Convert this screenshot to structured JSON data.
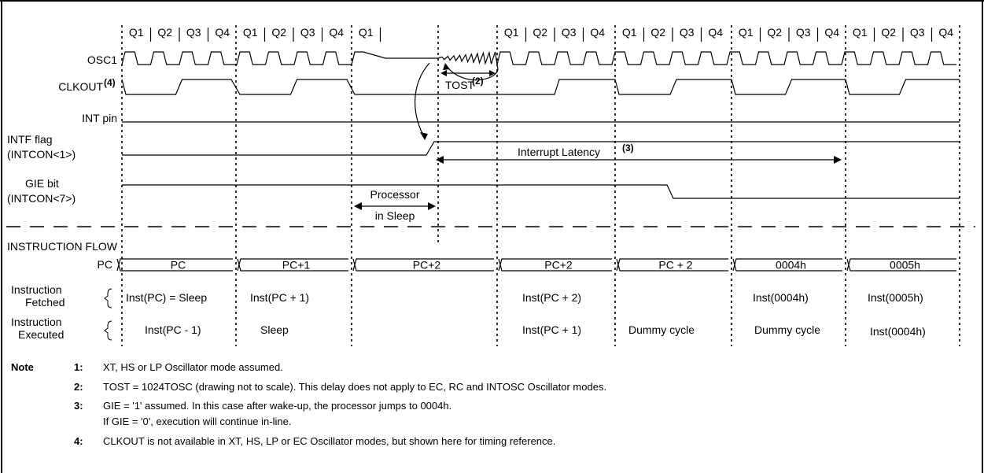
{
  "quarter_groups": [
    [
      "Q1",
      "Q2",
      "Q3",
      "Q4"
    ],
    [
      "Q1",
      "Q2",
      "Q3",
      "Q4"
    ],
    [
      "Q1"
    ],
    [
      "Q1",
      "Q2",
      "Q3",
      "Q4"
    ],
    [
      "Q1",
      "Q2",
      "Q3",
      "Q4"
    ],
    [
      "Q1",
      "Q2",
      "Q3",
      "Q4"
    ],
    [
      "Q1",
      "Q2",
      "Q3",
      "Q4"
    ]
  ],
  "signals": {
    "osc1": "OSC1",
    "clkout": "CLKOUT",
    "clkout_note": "(4)",
    "int_pin": "INT pin",
    "intf_line1": "INTF flag",
    "intf_line2": "(INTCON<1>)",
    "gie_line1": "GIE bit",
    "gie_line2": "(INTCON<7>)"
  },
  "annotations": {
    "tost": "TOST",
    "tost_note": "(2)",
    "latency": "Interrupt Latency",
    "latency_note": "(3)",
    "sleep_line1": "Processor",
    "sleep_line2": "in Sleep"
  },
  "flow": {
    "header": "INSTRUCTION FLOW",
    "pc_label": "PC",
    "pc_values": [
      "PC",
      "PC+1",
      "PC+2",
      "PC+2",
      "PC + 2",
      "0004h",
      "0005h"
    ],
    "fetched_line1": "Instruction",
    "fetched_line2": "Fetched",
    "fetched": [
      "Inst(PC) = Sleep",
      "Inst(PC + 1)",
      "Inst(PC + 2)",
      "Inst(0004h)",
      "Inst(0005h)"
    ],
    "executed_line1": "Instruction",
    "executed_line2": "Executed",
    "executed": [
      "Inst(PC - 1)",
      "Sleep",
      "Inst(PC + 1)",
      "Dummy cycle",
      "Dummy cycle",
      "Inst(0004h)"
    ]
  },
  "notes": {
    "heading": "Note",
    "items": [
      {
        "num": "1:",
        "text": "XT, HS or LP Oscillator mode assumed."
      },
      {
        "num": "2:",
        "text": "TOST = 1024TOSC (drawing not to scale). This delay does not apply to EC, RC and INTOSC Oscillator modes."
      },
      {
        "num": "3:",
        "text": "GIE = '1' assumed. In this case after wake-up, the processor jumps to 0004h."
      },
      {
        "num": "",
        "text": "If GIE = '0', execution will continue in-line."
      },
      {
        "num": "4:",
        "text": "CLKOUT is not available in XT, HS, LP or EC Oscillator modes, but shown here for timing reference."
      }
    ]
  }
}
